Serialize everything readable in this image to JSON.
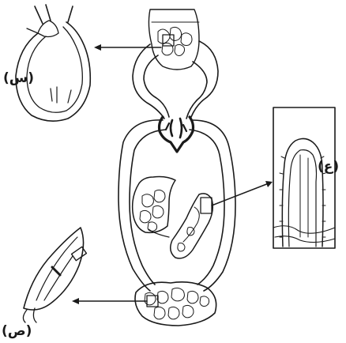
{
  "labels": {
    "left_top": "(س)",
    "right_middle": "(ع)",
    "left_bottom": "(ص)"
  },
  "colors": {
    "ink": "#1a1a1a",
    "paper": "#ffffff"
  }
}
